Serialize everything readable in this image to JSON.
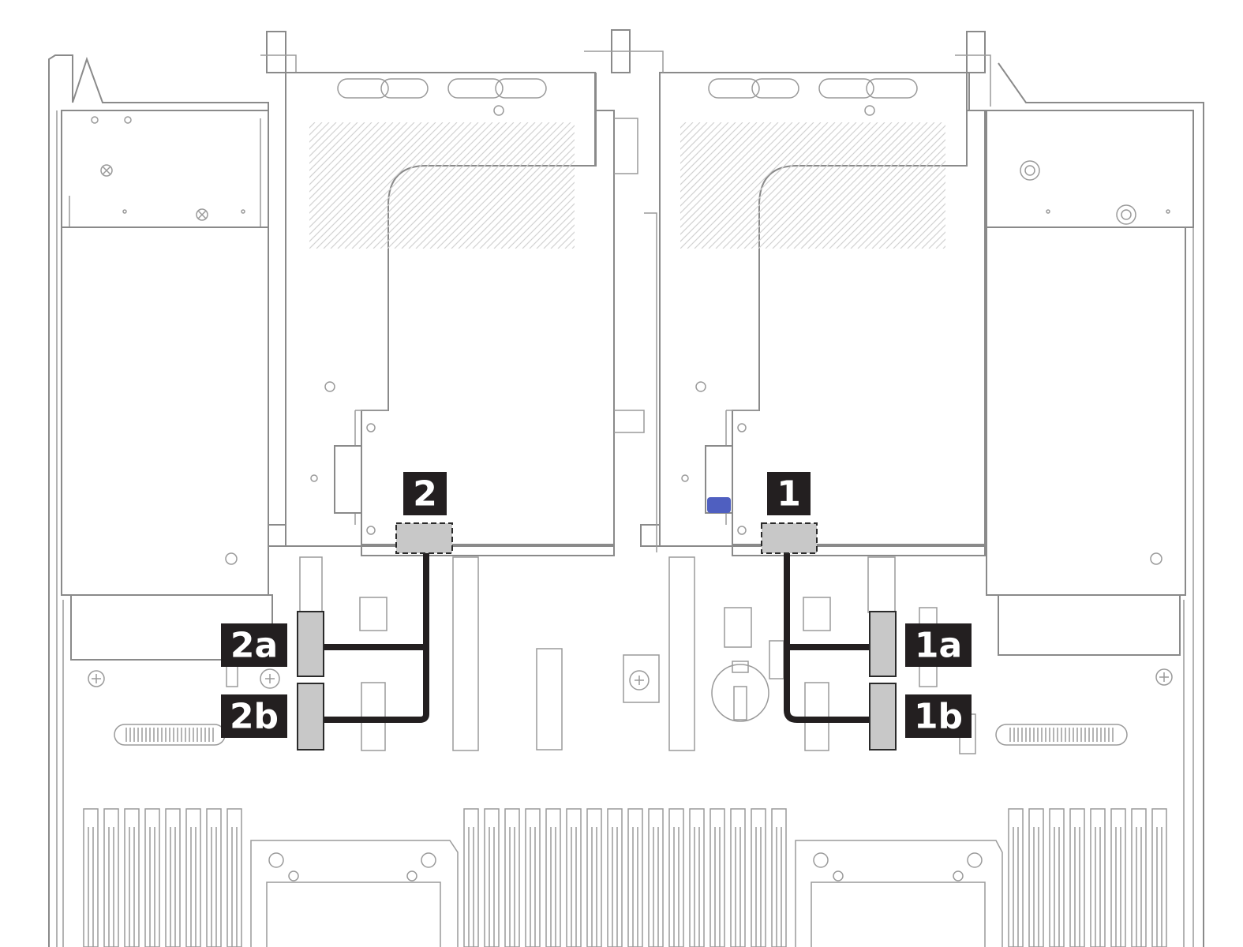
{
  "callouts": {
    "riser2_connector": "2",
    "riser1_connector": "1",
    "cable2_end_a": "2a",
    "cable2_end_b": "2b",
    "cable1_end_a": "1a",
    "cable1_end_b": "1b"
  },
  "colors": {
    "cable": "#231f20",
    "label_background": "#231f20",
    "label_text": "#ffffff",
    "connector_fill": "#c8c8c8",
    "latch_accent": "#4f5fc0",
    "drawing_lines": "#8a8a8a"
  }
}
